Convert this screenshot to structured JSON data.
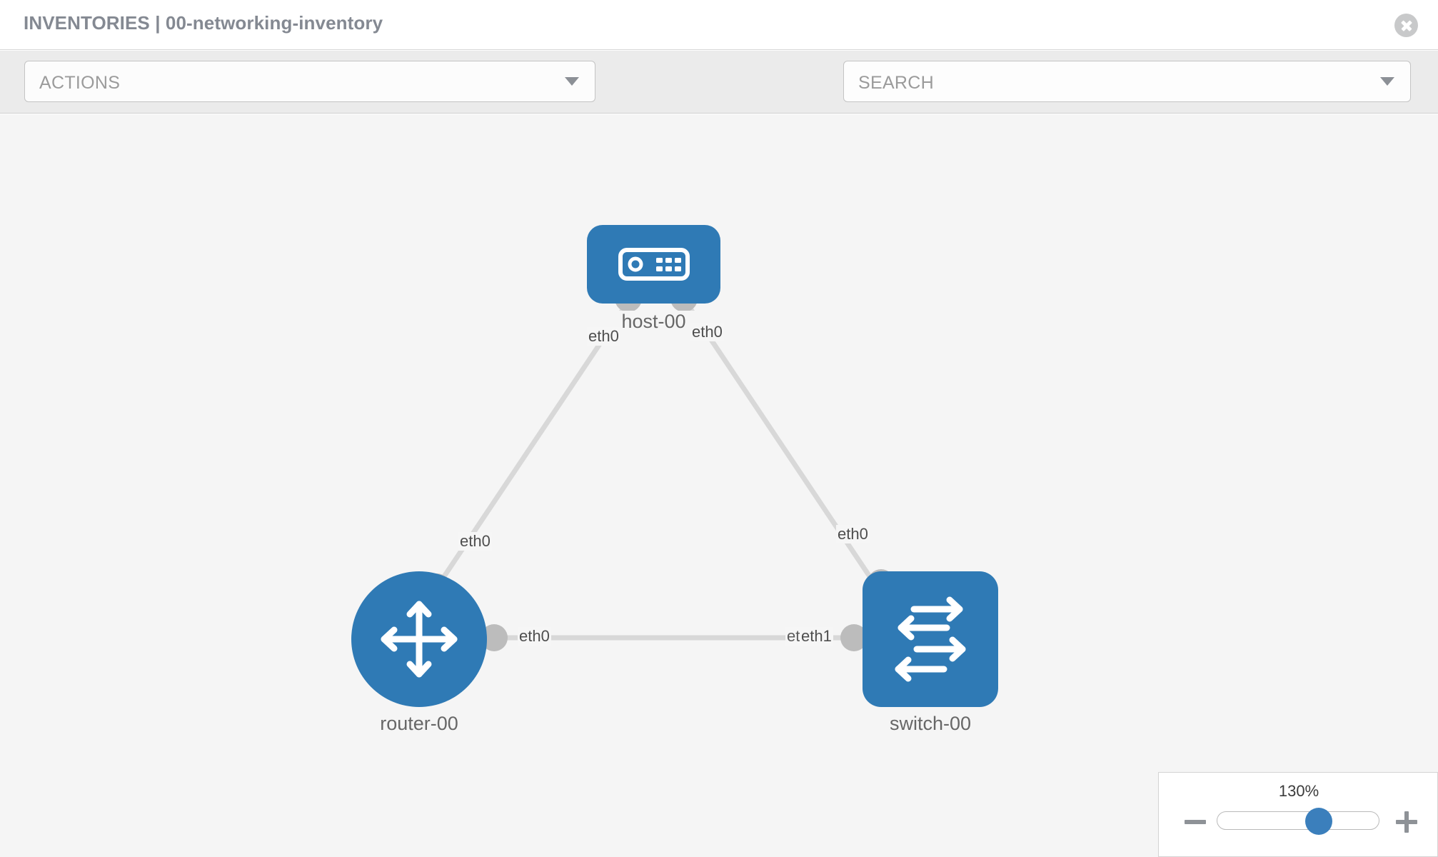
{
  "header": {
    "title": "INVENTORIES | 00-networking-inventory",
    "close_icon": "close-circle-icon"
  },
  "toolbar": {
    "actions_label": "ACTIONS",
    "actions_caret_icon": "chevron-down-icon",
    "wrench_icon": "wrench-icon",
    "key_icon": "key-icon",
    "search_placeholder": "SEARCH",
    "search_caret_icon": "chevron-down-icon"
  },
  "topology": {
    "nodes": [
      {
        "id": "host-00",
        "label": "host-00",
        "type": "host",
        "icon": "server-icon",
        "shape": "rounded-rect",
        "color": "#2f7ab5"
      },
      {
        "id": "router-00",
        "label": "router-00",
        "type": "router",
        "icon": "router-arrows-icon",
        "shape": "circle",
        "color": "#2f7ab5"
      },
      {
        "id": "switch-00",
        "label": "switch-00",
        "type": "switch",
        "icon": "switch-arrows-icon",
        "shape": "rounded-square",
        "color": "#2f7ab5"
      }
    ],
    "links": [
      {
        "from": "host-00",
        "to": "router-00",
        "from_if": "eth0",
        "to_if": "eth0"
      },
      {
        "from": "host-00",
        "to": "switch-00",
        "from_if": "eth0",
        "to_if": "eth0"
      },
      {
        "from": "router-00",
        "to": "switch-00",
        "from_if": "eth0",
        "to_if": "eth1",
        "to_if_under": "eth0"
      }
    ],
    "interface_labels": {
      "host_left": "eth0",
      "host_right": "eth0",
      "router_up": "eth0",
      "switch_up": "eth0",
      "router_right": "eth0",
      "switch_left_under": "eth",
      "switch_left": "eth1"
    }
  },
  "zoom_control": {
    "value": "130%",
    "minus_icon": "minus-icon",
    "plus_icon": "plus-icon",
    "slider_position_pct": 63
  }
}
